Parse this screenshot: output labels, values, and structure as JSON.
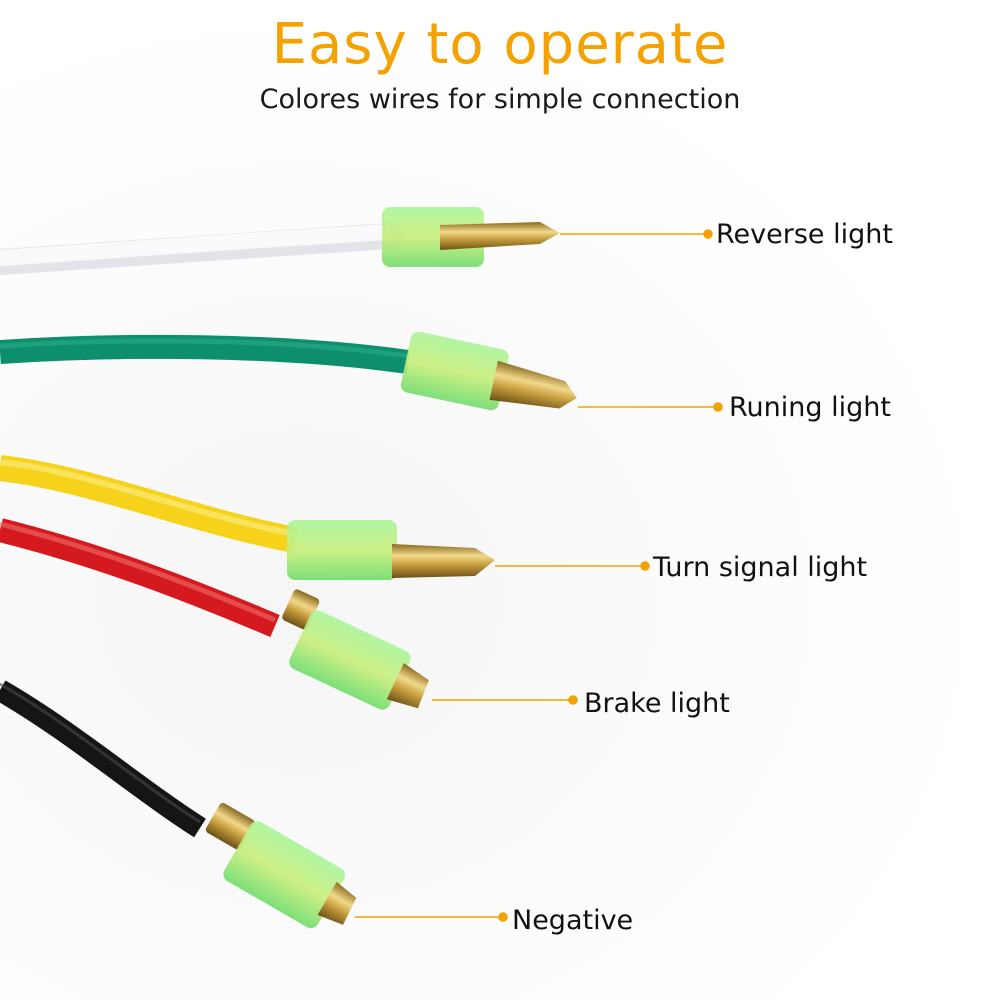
{
  "header": {
    "title": "Easy to operate",
    "subtitle": "Colores wires for simple connection"
  },
  "colors": {
    "accent": "#F5A100",
    "text": "#111111",
    "connector_sleeve": "#8CF07A",
    "terminal_brass": "#C9A040"
  },
  "wires": [
    {
      "id": "white",
      "color": "#F4F4F6",
      "label": "Reverse light"
    },
    {
      "id": "green",
      "color": "#0E8F6C",
      "label": "Runing light"
    },
    {
      "id": "yellow",
      "color": "#F6D21A",
      "label": "Turn signal light"
    },
    {
      "id": "red",
      "color": "#D51A1F",
      "label": "Brake light"
    },
    {
      "id": "black",
      "color": "#151515",
      "label": "Negative"
    }
  ]
}
